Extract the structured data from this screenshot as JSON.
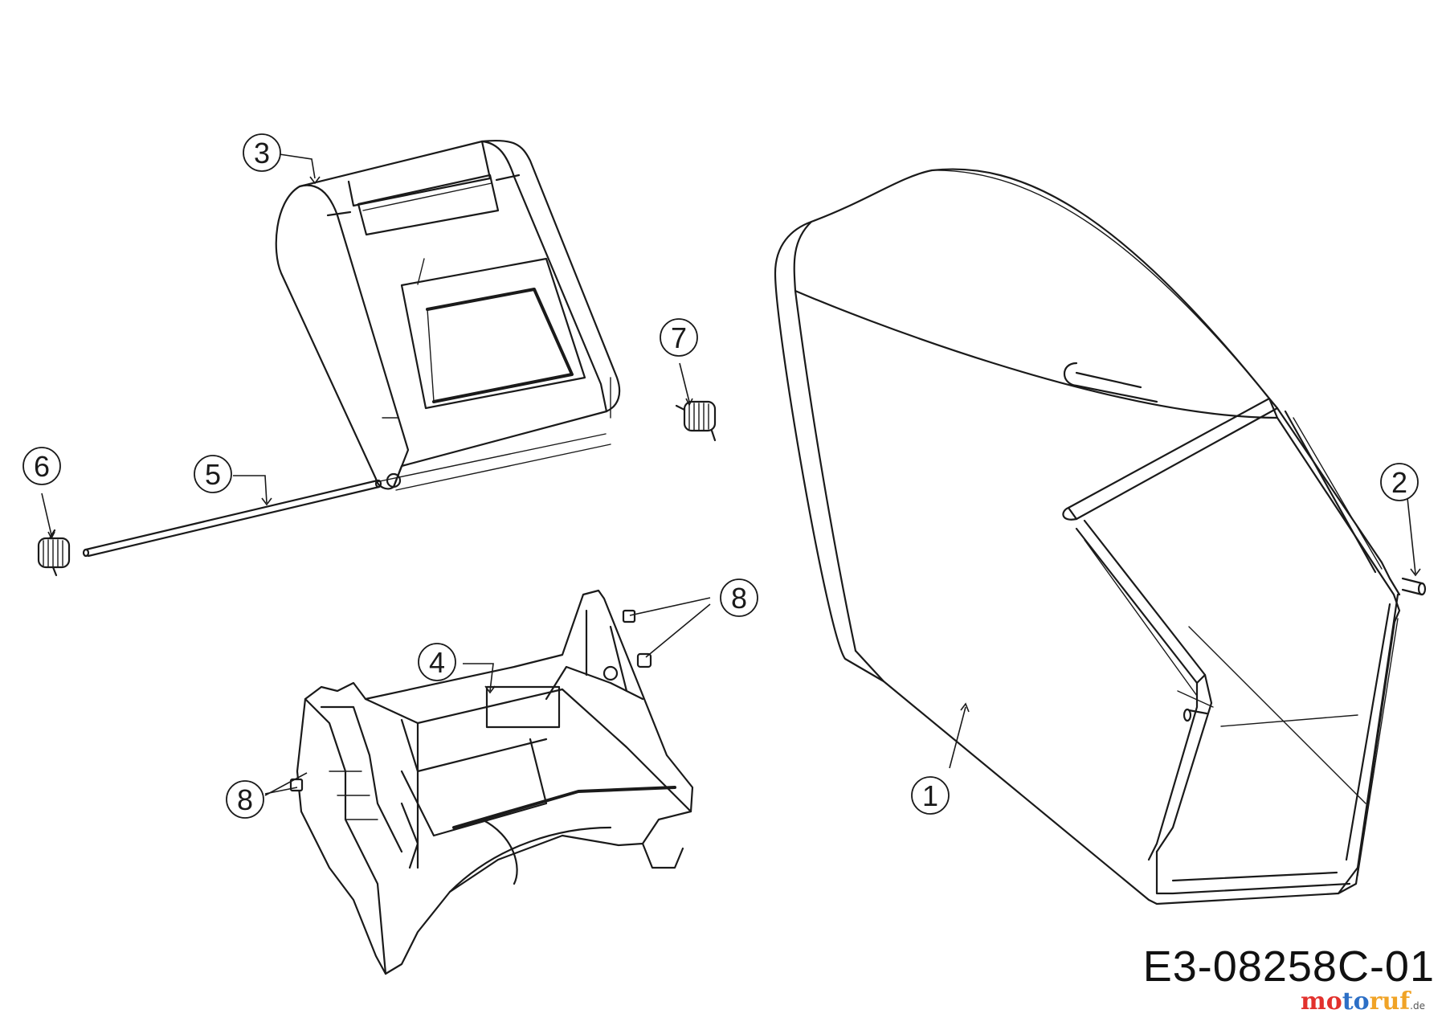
{
  "diagram": {
    "drawing_id": "E3-08258C-01",
    "watermark": {
      "part1": "mo",
      "part2": "to",
      "part3": "ruf",
      "suffix": ".de"
    },
    "callouts": [
      {
        "id": "c1",
        "label": "1"
      },
      {
        "id": "c2",
        "label": "2"
      },
      {
        "id": "c3",
        "label": "3"
      },
      {
        "id": "c4",
        "label": "4"
      },
      {
        "id": "c5",
        "label": "5"
      },
      {
        "id": "c6",
        "label": "6"
      },
      {
        "id": "c7",
        "label": "7"
      },
      {
        "id": "c8a",
        "label": "8"
      },
      {
        "id": "c8b",
        "label": "8"
      }
    ]
  }
}
